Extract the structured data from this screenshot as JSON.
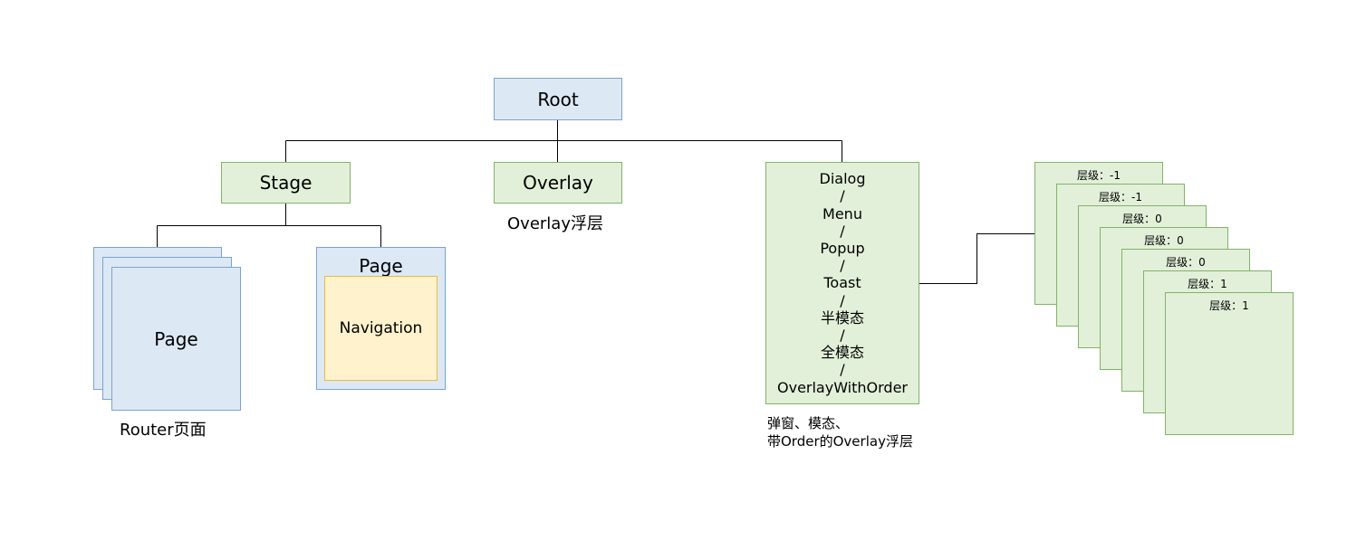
{
  "root": {
    "label": "Root"
  },
  "stage": {
    "label": "Stage"
  },
  "overlay": {
    "label": "Overlay",
    "caption": "Overlay浮层"
  },
  "router": {
    "page_label": "Page",
    "caption": "Router页面"
  },
  "nav_page": {
    "page_label": "Page",
    "navigation_label": "Navigation"
  },
  "dialog_stack": {
    "items": [
      "Dialog",
      "/",
      "Menu",
      "/",
      "Popup",
      "/",
      "Toast",
      "/",
      "半模态",
      "/",
      "全模态",
      "/",
      "OverlayWithOrder"
    ],
    "caption_line1": "弹窗、模态、",
    "caption_line2": "带Order的Overlay浮层"
  },
  "layers": [
    "层级：-1",
    "层级：-1",
    "层级：0",
    "层级：0",
    "层级：0",
    "层级：1",
    "层级：1"
  ],
  "colors": {
    "blue_fill": "#dde8f5",
    "blue_border": "#7aa3cf",
    "green_fill": "#e2f0d9",
    "green_border": "#82b366",
    "yellow_fill": "#fff2cc",
    "yellow_border": "#e8b94a"
  }
}
